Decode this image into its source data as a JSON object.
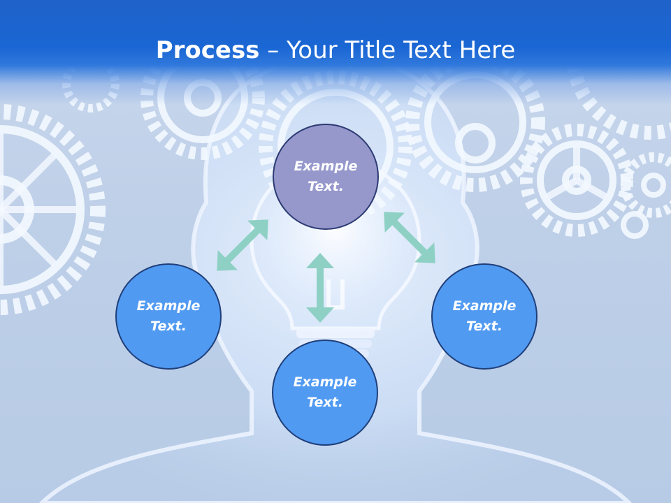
{
  "slide": {
    "title_bold": "Process",
    "title_rest": " – Your Title Text Here"
  },
  "diagram": {
    "nodes": [
      {
        "id": "top",
        "label": "Example Text."
      },
      {
        "id": "left",
        "label": "Example Text."
      },
      {
        "id": "right",
        "label": "Example Text."
      },
      {
        "id": "bottom",
        "label": "Example Text."
      }
    ]
  },
  "colors": {
    "title_bar": "#1a66d4",
    "top_node": "#9698cc",
    "side_nodes": "#519af2",
    "arrows": "#8ed0c4"
  }
}
